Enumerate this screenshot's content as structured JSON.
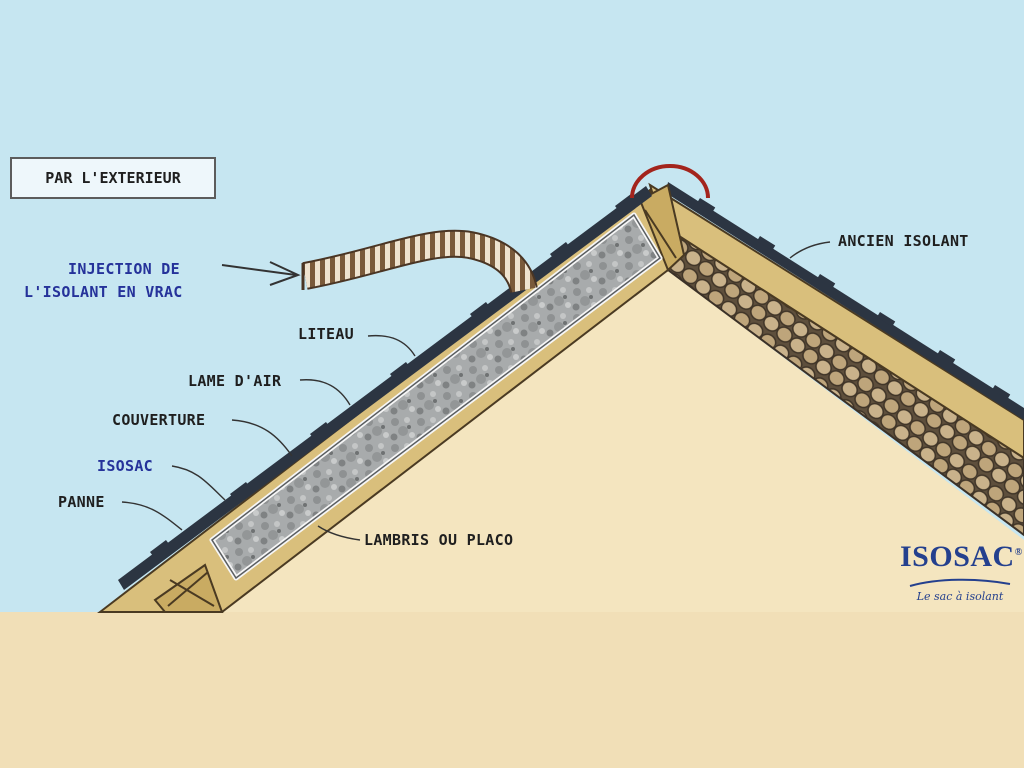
{
  "title": "PAR L'EXTERIEUR",
  "labels": {
    "injection_line1": "INJECTION DE",
    "injection_line2": "L'ISOLANT EN VRAC",
    "liteau": "LITEAU",
    "lame_air": "LAME D'AIR",
    "couverture": "COUVERTURE",
    "isosac": "ISOSAC",
    "panne": "PANNE",
    "lambris": "LAMBRIS OU PLACO",
    "ancien_isolant": "ANCIEN ISOLANT"
  },
  "logo": {
    "name": "ISOSAC",
    "registered": "®",
    "tagline": "Le sac à isolant"
  },
  "colors": {
    "sky": "#c6e6f1",
    "ground": "#f1dfb7",
    "interior_wall": "#f4e5bf",
    "timber": "#d9bf7c",
    "roof_cover": "#2c3542",
    "bulk_insulation": "#9fa2a3",
    "old_insulation": "#b59f7a",
    "hose": "#7a5a3a",
    "label_blue": "#25329a",
    "ridge_arc": "#a3241c"
  },
  "icons": [
    "arrow-icon",
    "injection-hose-icon",
    "ridge-arc-icon",
    "registered-mark-icon"
  ]
}
